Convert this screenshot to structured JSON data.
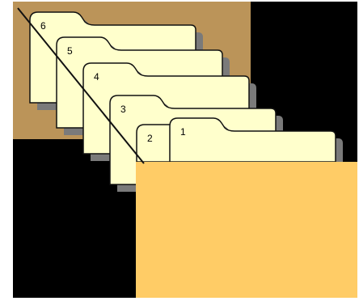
{
  "diagram": {
    "colors": {
      "background": "#000000",
      "back_panel": "#bb9459",
      "folder": "#ffffcc",
      "folder_stroke": "#111111",
      "shadow": "#7a7a7a",
      "front_panel": "#ffcc66"
    },
    "folders": [
      {
        "label": "6"
      },
      {
        "label": "5"
      },
      {
        "label": "4"
      },
      {
        "label": "3"
      },
      {
        "label": "2"
      },
      {
        "label": "1"
      }
    ]
  }
}
